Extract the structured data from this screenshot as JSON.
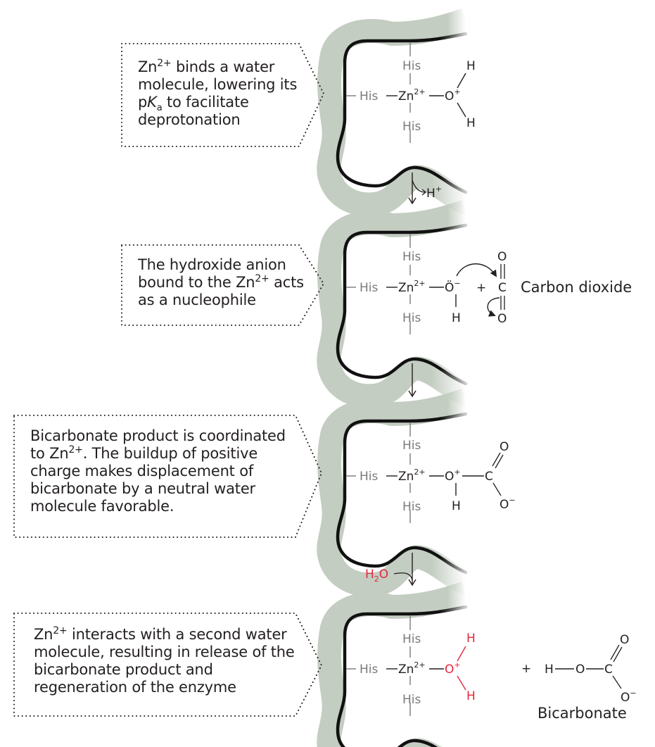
{
  "figure": {
    "title": "Carbonic anhydrase zinc-catalyzed mechanism",
    "colors": {
      "protein_fill": "#c3cdc1",
      "protein_outline": "#111111",
      "his_text": "#7a7a7a",
      "chem_text": "#231f20",
      "highlight_red": "#e4283c"
    }
  },
  "steps": [
    {
      "id": 1,
      "callout": {
        "line1_pre": "Zn",
        "line1_sup": "2+",
        "line1_post": " binds a water",
        "line2": "molecule, lowering its",
        "line3_pre": "p",
        "line3_italic": "K",
        "line3_sub": "a",
        "line3_post": " to facilitate",
        "line4": "deprotonation"
      },
      "site": {
        "his_top": "His",
        "his_left": "His",
        "his_bottom": "His",
        "metal": "Zn",
        "metal_charge": "2+",
        "ligand": "O",
        "ligand_charge": "+",
        "h_top": "H",
        "h_bottom": "H"
      }
    },
    {
      "id": 2,
      "arrow_side_product": "H",
      "arrow_side_product_charge": "+",
      "callout": {
        "line1": "The hydroxide anion",
        "line2_pre": "bound to the Zn",
        "line2_sup": "2+",
        "line2_post": " acts",
        "line3": "as a nucleophile"
      },
      "site": {
        "his_top": "His",
        "his_left": "His",
        "his_bottom": "His",
        "metal": "Zn",
        "metal_charge": "2+",
        "ligand": "Ö",
        "ligand_charge": "−",
        "h_bottom": "H",
        "plus": "+",
        "co2_o_top": "O",
        "co2_c": "C",
        "co2_o_bottom": "O"
      },
      "co2_label": "Carbon dioxide"
    },
    {
      "id": 3,
      "callout": {
        "line1": "Bicarbonate product is coordinated",
        "line2_pre": "to Zn",
        "line2_sup": "2+",
        "line2_post": ". The buildup of positive",
        "line3": "charge makes displacement of",
        "line4": "bicarbonate by a neutral water",
        "line5": "molecule favorable."
      },
      "site": {
        "his_top": "His",
        "his_left": "His",
        "his_bottom": "His",
        "metal": "Zn",
        "metal_charge": "2+",
        "ligand": "O",
        "ligand_charge": "+",
        "h_bottom": "H",
        "c": "C",
        "o_top": "O",
        "o_bottom": "O",
        "o_bottom_charge": "−"
      }
    },
    {
      "id": 4,
      "arrow_reagent": "H",
      "arrow_reagent_sub": "2",
      "arrow_reagent_post": "O",
      "callout": {
        "line1_pre": "Zn",
        "line1_sup": "2+",
        "line1_post": " interacts with a second water",
        "line2": "molecule, resulting in release of the",
        "line3": "bicarbonate product and",
        "line4": "regeneration of the enzyme"
      },
      "site": {
        "his_top": "His",
        "his_left": "His",
        "his_bottom": "His",
        "metal": "Zn",
        "metal_charge": "2+",
        "ligand": "O",
        "ligand_charge": "+",
        "h_top": "H",
        "h_bottom": "H"
      },
      "product": {
        "plus": "+",
        "h": "H",
        "o": "O",
        "c": "C",
        "o_top": "O",
        "o_bottom": "O",
        "o_bottom_charge": "−"
      },
      "product_label": "Bicarbonate"
    }
  ]
}
